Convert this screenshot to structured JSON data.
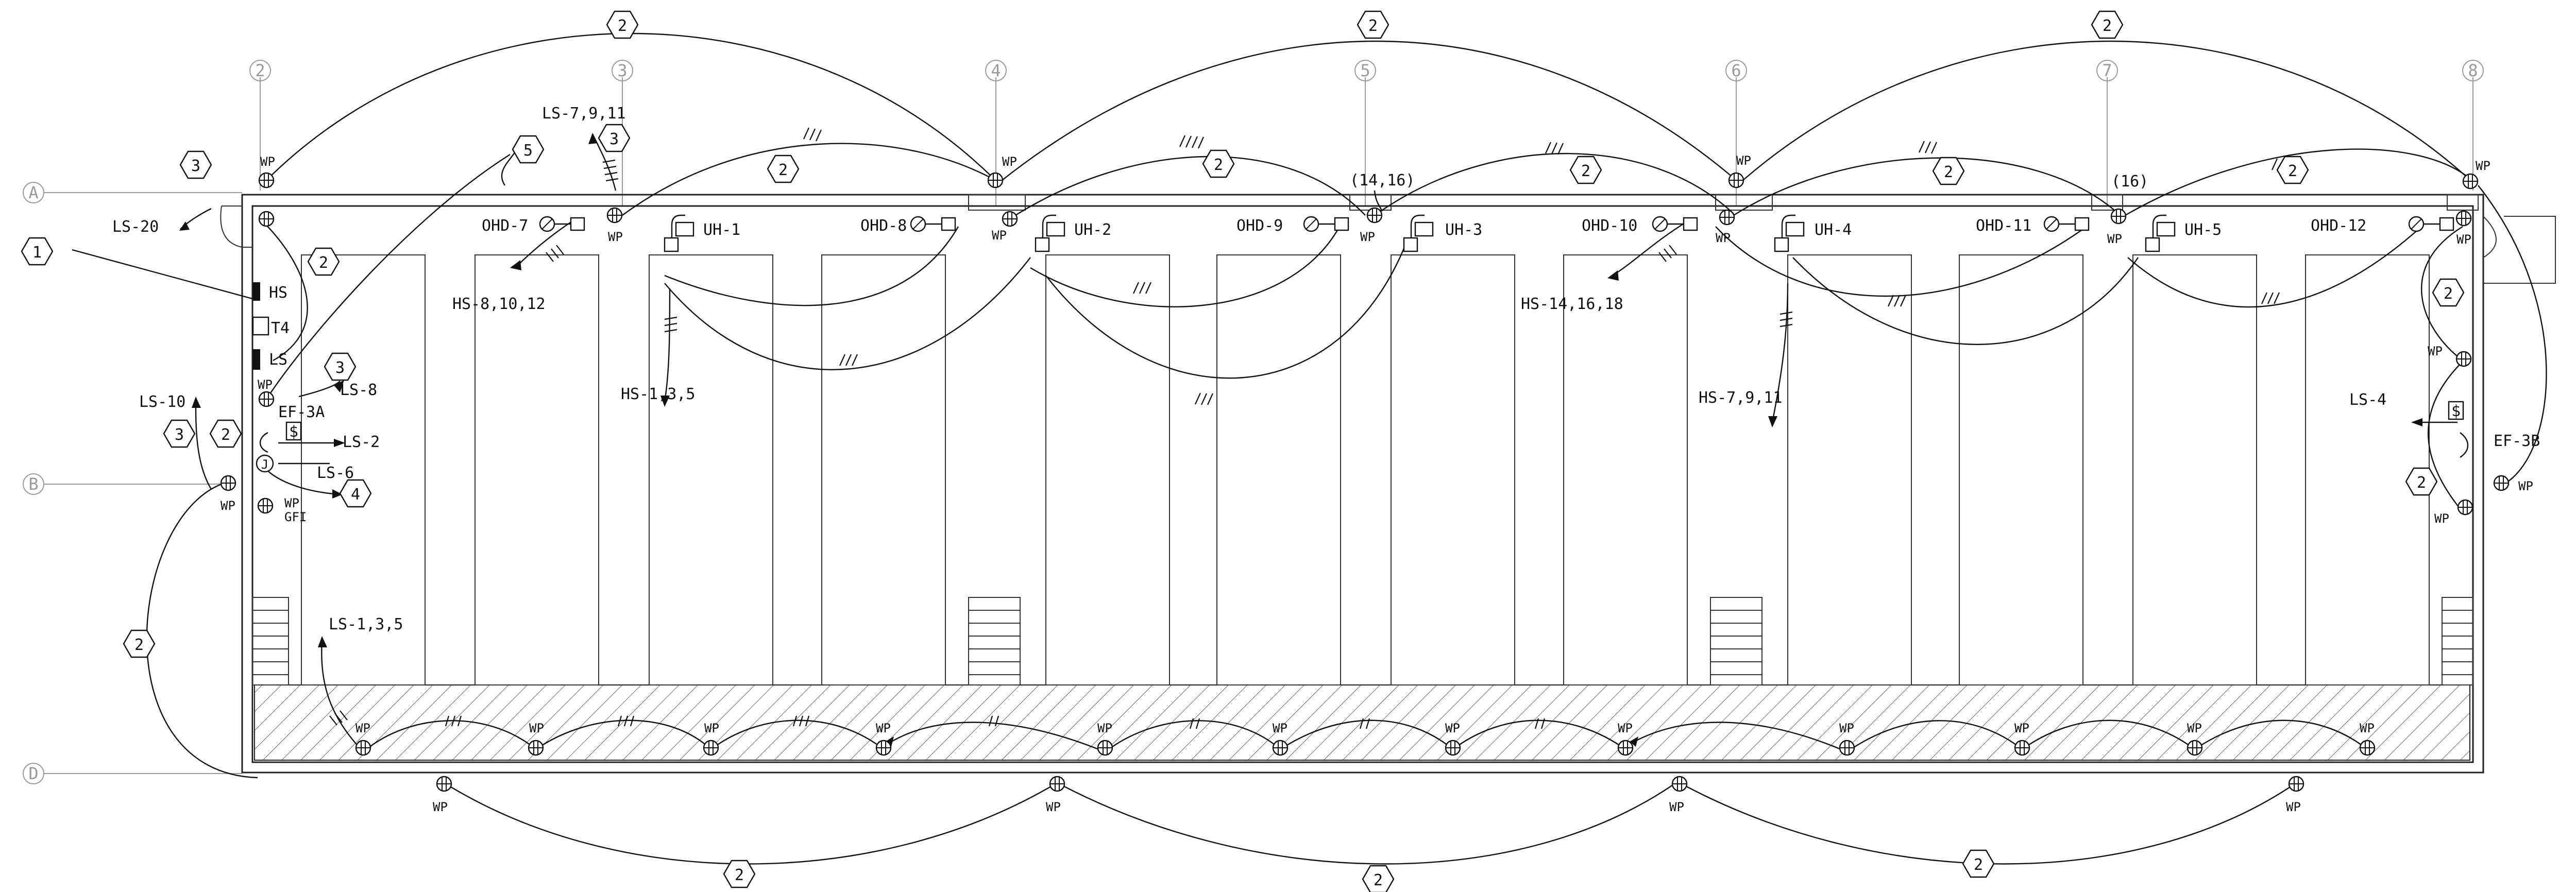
{
  "grid_columns": [
    "2",
    "3",
    "4",
    "5",
    "6",
    "7",
    "8"
  ],
  "grid_rows": [
    "A",
    "B",
    "D"
  ],
  "keynotes": {
    "k1": "1",
    "k2": "2",
    "k3": "3",
    "k4": "4",
    "k5": "5"
  },
  "device_tags": {
    "wp": "WP",
    "gfi": "GFI",
    "hs": "HS",
    "ls": "LS",
    "t4": "T4",
    "switch": "$",
    "junction": "J"
  },
  "equipment": {
    "uh1": "UH-1",
    "uh2": "UH-2",
    "uh3": "UH-3",
    "uh4": "UH-4",
    "uh5": "UH-5",
    "ohd7": "OHD-7",
    "ohd8": "OHD-8",
    "ohd9": "OHD-9",
    "ohd10": "OHD-10",
    "ohd11": "OHD-11",
    "ohd12": "OHD-12",
    "ef3a": "EF-3A",
    "ef3b": "EF-3B"
  },
  "circuits": {
    "ls20": "LS-20",
    "ls10": "LS-10",
    "ls8": "LS-8",
    "ls2": "LS-2",
    "ls6": "LS-6",
    "ls4": "LS-4",
    "ls135": "LS-1,3,5",
    "ls7911": "LS-7,9,11",
    "hs81012": "HS-8,10,12",
    "hs135": "HS-1,3,5",
    "hs141618": "HS-14,16,18",
    "hs7911": "HS-7,9,11",
    "c1416": "(14,16)",
    "c16": "(16)"
  }
}
